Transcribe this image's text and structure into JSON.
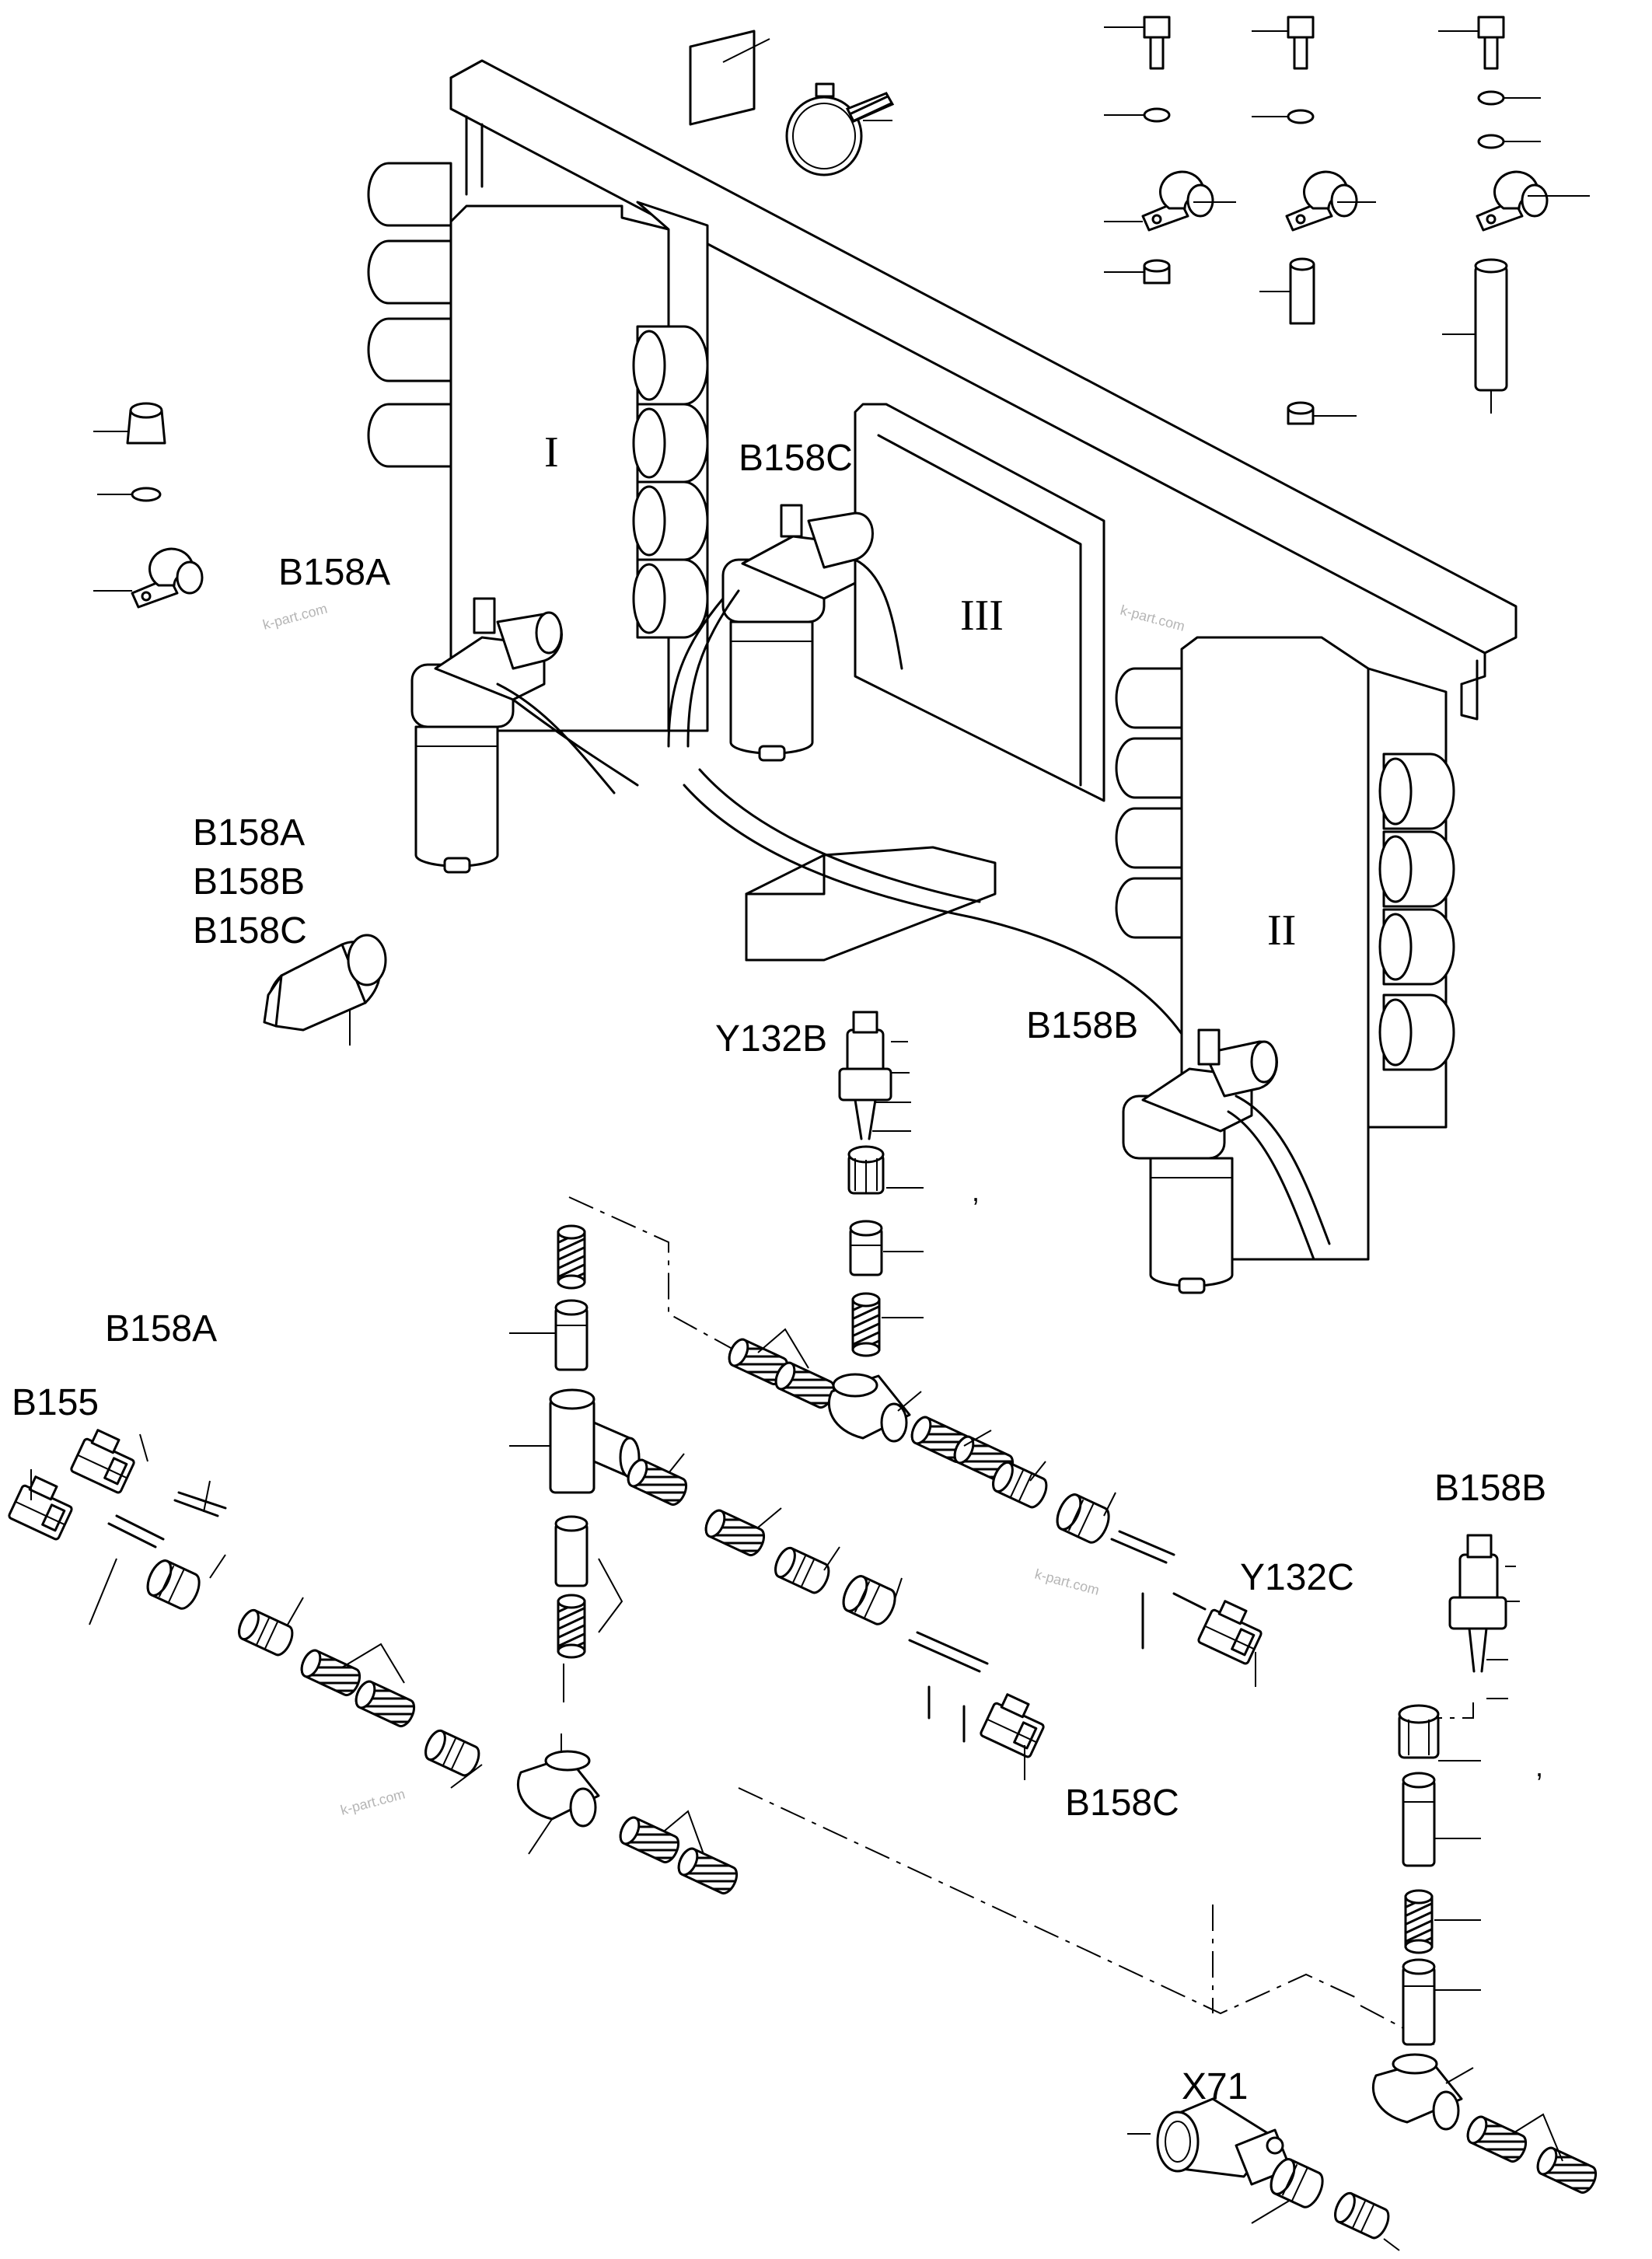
{
  "labels": {
    "b158c_top": "B158C",
    "b158a_top": "B158A",
    "sensor_a": "B158A",
    "sensor_b": "B158B",
    "sensor_c": "B158C",
    "y132b": "Y132B",
    "b158b_mid": "B158B",
    "b158a_lower": "B158A",
    "b155": "B155",
    "y132c": "Y132C",
    "b158c_lower": "B158C",
    "b158b_right": "B158B",
    "x71": "X71"
  },
  "valve_sections": {
    "section_1": "I",
    "section_2": "II",
    "section_3": "III"
  },
  "watermarks": [
    "k-part.com",
    "k-part.com",
    "k-part.com",
    "k-part.com"
  ],
  "marks": {
    "comma_1": ",",
    "comma_2": ","
  },
  "icons": {
    "bolt": "bolt-icon",
    "washer": "washer-icon",
    "clamp": "clamp-icon",
    "nut": "nut-icon",
    "spacer": "spacer-icon",
    "cable_tie": "cable-tie-icon",
    "filter": "filter-icon",
    "connector": "connector-icon",
    "hose_spring": "hose-spring-icon",
    "tee_fitting": "tee-fitting-icon"
  }
}
